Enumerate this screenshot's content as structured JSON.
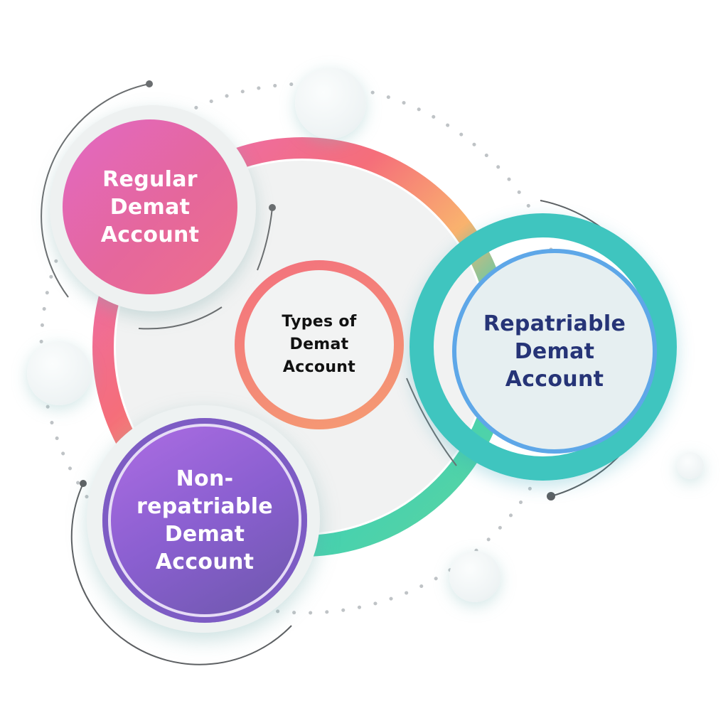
{
  "diagram": {
    "center": {
      "line1": "Types of",
      "line2": "Demat",
      "line3": "Account"
    },
    "nodes": [
      {
        "id": "regular",
        "line1": "Regular",
        "line2": "Demat",
        "line3": "Account",
        "color": "#e5679c"
      },
      {
        "id": "repatriable",
        "line1": "Repatriable",
        "line2": "Demat",
        "line3": "Account",
        "color": "#3fc5bf",
        "text_color": "#263477"
      },
      {
        "id": "non-repatriable",
        "line1": "Non-",
        "line2": "repatriable",
        "line3": "Demat",
        "line4": "Account",
        "color": "#8a5fd0"
      }
    ],
    "ring_colors": {
      "pink": "#e86cc0",
      "coral": "#f56e7a",
      "orange": "#f9b36e",
      "teal": "#3fd0b4",
      "green": "#5fd59e"
    }
  }
}
